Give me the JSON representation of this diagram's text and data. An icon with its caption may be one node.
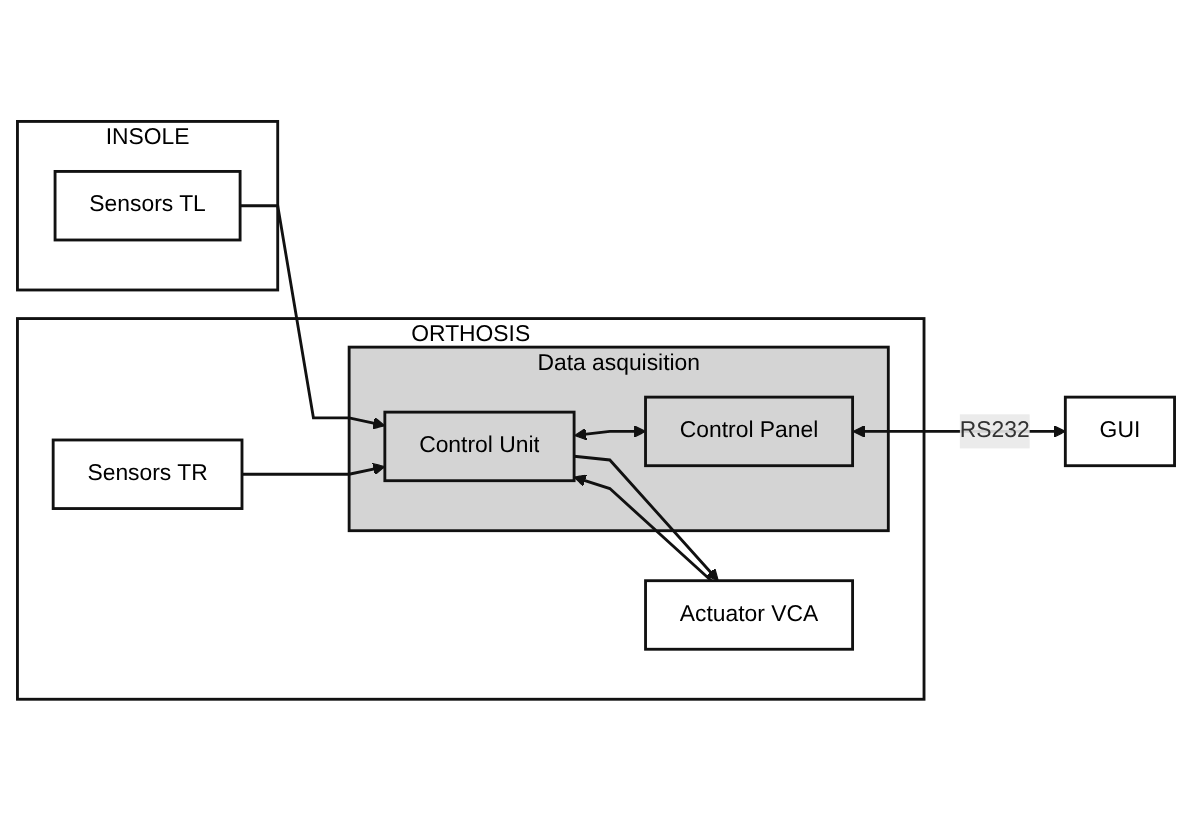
{
  "diagram": {
    "nodes": [
      {
        "text": [
          "INSOLE"
        ]
      },
      {
        "text": [
          "Sensors TL"
        ],
        "in": 0
      },
      {
        "text": [
          "ORTHOSIS"
        ]
      },
      {
        "text": [
          "Data asquisition"
        ],
        "in": 2
      },
      {
        "text": [
          "Sensors TR"
        ],
        "in": 2
      },
      {
        "text": [
          "Actuator VCA"
        ],
        "in": 2
      },
      {
        "text": [
          "Control Unit"
        ],
        "in": 3
      },
      {
        "text": [
          "Control Panel"
        ],
        "in": 3
      },
      {
        "text": [
          "GUI"
        ]
      }
    ],
    "edges": [
      {
        "from": 1,
        "to": 6,
        "arrow": "to"
      },
      {
        "from": 4,
        "to": 6,
        "arrow": "to"
      },
      {
        "from": 6,
        "to": 5,
        "arrow": "to"
      },
      {
        "from": 5,
        "to": 6,
        "arrow": "to"
      },
      {
        "from": 6,
        "to": 7,
        "arrow": "both"
      },
      {
        "from": 7,
        "to": 8,
        "label": "RS232",
        "arrow": "both"
      }
    ]
  }
}
